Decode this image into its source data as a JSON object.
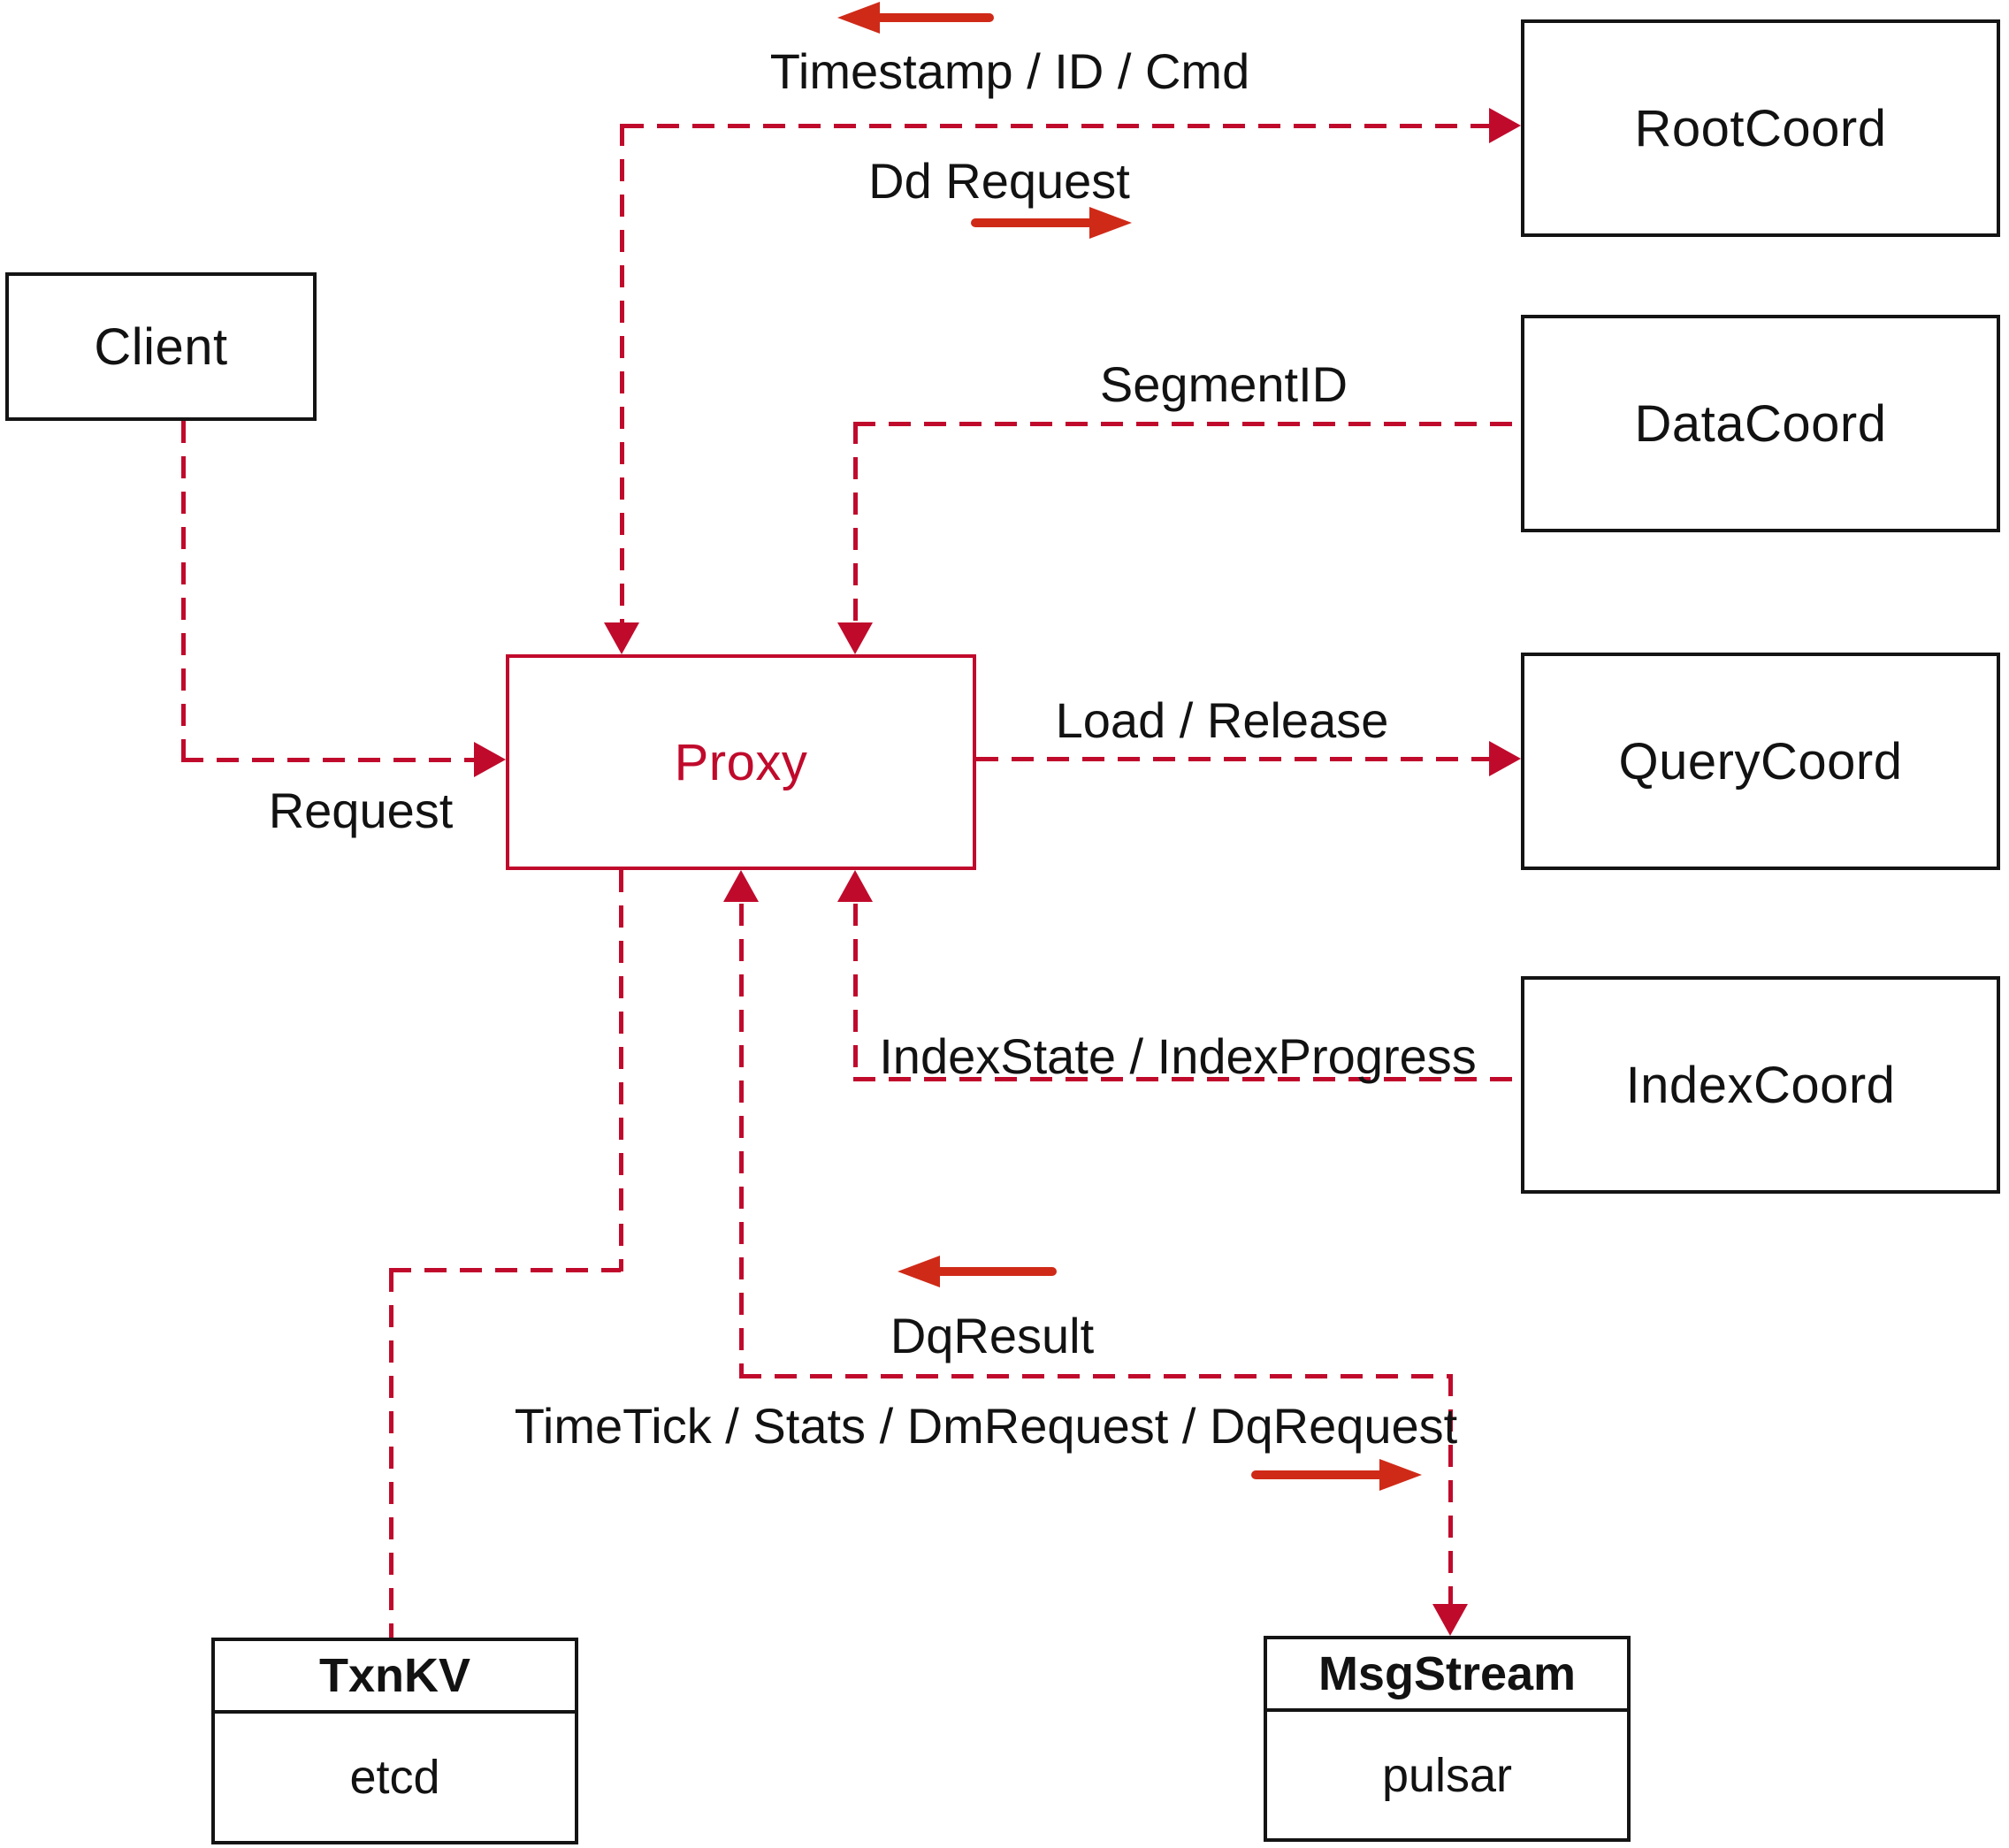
{
  "colors": {
    "line_red": "#c00a2c",
    "arrow_red": "#cf2a18",
    "box_border": "#141414",
    "text": "#121212",
    "background": "#ffffff"
  },
  "nodes": {
    "client": {
      "label": "Client"
    },
    "proxy": {
      "label": "Proxy"
    },
    "rootcoord": {
      "label": "RootCoord"
    },
    "datacoord": {
      "label": "DataCoord"
    },
    "querycoord": {
      "label": "QueryCoord"
    },
    "indexcoord": {
      "label": "IndexCoord"
    },
    "txnkv": {
      "title": "TxnKV",
      "subtitle": "etcd"
    },
    "msgstream": {
      "title": "MsgStream",
      "subtitle": "pulsar"
    }
  },
  "edge_labels": {
    "request": "Request",
    "timestamp_id_cmd": "Timestamp / ID / Cmd",
    "dd_request": "Dd Request",
    "segment_id": "SegmentID",
    "load_release": "Load / Release",
    "index_state_progress": "IndexState / IndexProgress",
    "dq_result": "DqResult",
    "timetick_stats": "TimeTick / Stats / DmRequest / DqRequest"
  }
}
